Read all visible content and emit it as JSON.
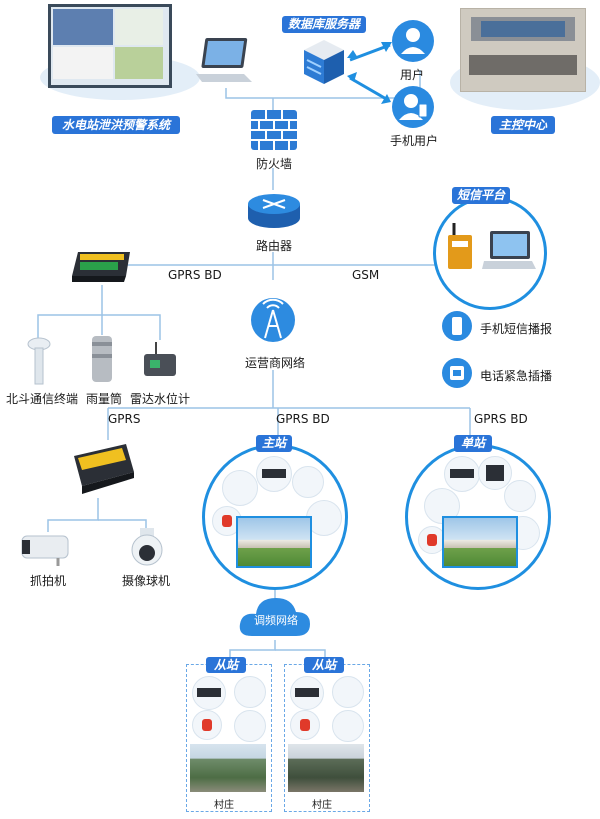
{
  "top": {
    "flood_system": "水电站泄洪预警系统",
    "db_server": "数据库服务器",
    "user": "用户",
    "mobile_user": "手机用户",
    "control_center": "主控中心",
    "firewall": "防火墙",
    "router": "路由器"
  },
  "links": {
    "gprs_bd_left": "GPRS BD",
    "gsm": "GSM",
    "gprs_left": "GPRS",
    "gprs_bd_mid": "GPRS BD",
    "gprs_bd_right": "GPRS BD"
  },
  "sms": {
    "title": "短信平台",
    "sms_broadcast": "手机短信播报",
    "phone_broadcast": "电话紧急插播"
  },
  "sensors": {
    "beidou": "北斗通信终端",
    "rain": "雨量筒",
    "radar": "雷达水位计"
  },
  "network": {
    "carrier": "运营商网络",
    "fm": "调频网络"
  },
  "cameras": {
    "capture": "抓拍机",
    "dome": "摄像球机"
  },
  "stations": {
    "main": "主站",
    "single": "单站",
    "slave": "从站",
    "village": "村庄"
  },
  "colors": {
    "accent": "#1f8fe0",
    "pill": "#2a74d8",
    "line": "#9cc3e6"
  }
}
